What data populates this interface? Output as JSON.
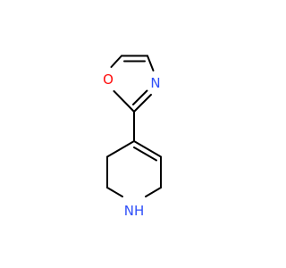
{
  "molecule": {
    "colors": {
      "bond": "#000000",
      "oxygen": "#ff0d0d",
      "nitrogen": "#3050f8"
    },
    "atoms": [
      {
        "id": "O1",
        "label": "O",
        "element": "oxygen"
      },
      {
        "id": "N3",
        "label": "N",
        "element": "nitrogen"
      },
      {
        "id": "N1p",
        "label": "NH",
        "element": "nitrogen"
      }
    ]
  }
}
